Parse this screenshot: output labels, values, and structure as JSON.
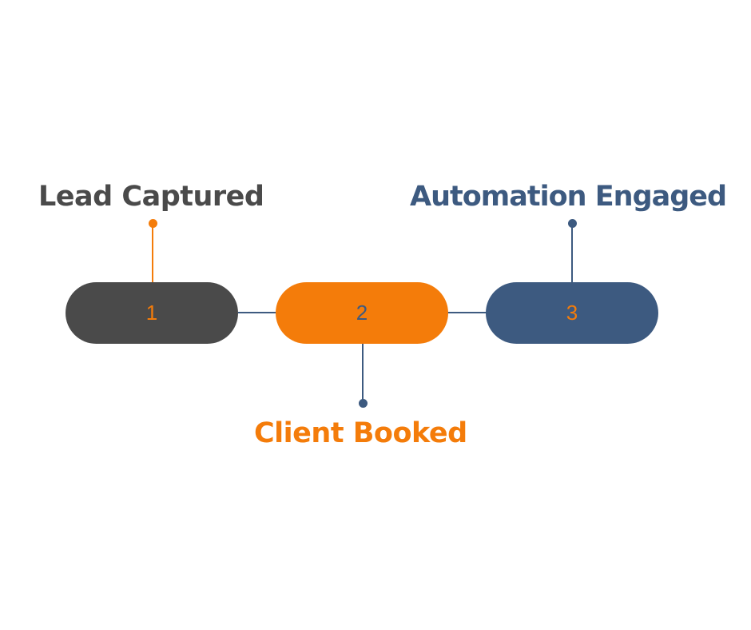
{
  "colors": {
    "dark": "#4a4a4a",
    "orange": "#f47c0a",
    "navy": "#3d5a80"
  },
  "steps": [
    {
      "number": "1",
      "label": "Lead Captured",
      "fill": "#4a4a4a",
      "number_color": "#f47c0a",
      "label_color": "#4a4a4a",
      "stem_color": "#f47c0a"
    },
    {
      "number": "2",
      "label": "Client Booked",
      "fill": "#f47c0a",
      "number_color": "#3d5a80",
      "label_color": "#f47c0a",
      "stem_color": "#3d5a80"
    },
    {
      "number": "3",
      "label": "Automation Engaged",
      "fill": "#3d5a80",
      "number_color": "#f47c0a",
      "label_color": "#3d5a80",
      "stem_color": "#3d5a80"
    }
  ]
}
